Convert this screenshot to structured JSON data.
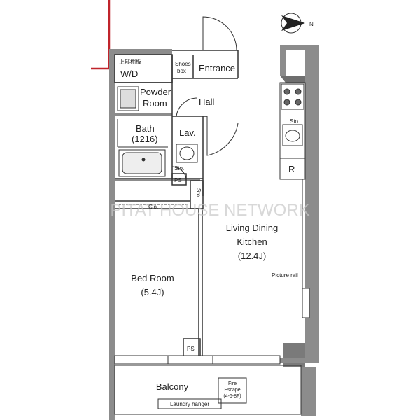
{
  "plan": {
    "compass": {
      "north": "N"
    },
    "watermark": "PITAT HOUSE NETWORK",
    "rooms": {
      "wd_upper": "上部棚板",
      "wd": "W/D",
      "shoes": [
        "Shoes",
        "box"
      ],
      "entrance": "Entrance",
      "powder": [
        "Powder",
        "Room"
      ],
      "hall": "Hall",
      "bath": [
        "Bath",
        "(1216)"
      ],
      "lav": "Lav.",
      "sto_lav": "Sto.",
      "ps_top": "PS",
      "sto_hall": "Sto.",
      "clo": "Clo.",
      "ldk": [
        "Living Dining",
        "Kitchen",
        "(12.4J)"
      ],
      "picture_rail": "Picture rail",
      "sto_kitchen": "Sto.",
      "fridge": "R",
      "bed": [
        "Bed Room",
        "(5.4J)"
      ],
      "ps_bottom": "PS",
      "balcony": "Balcony",
      "fire_escape": [
        "Fire",
        "Escape",
        "(4-6-8F)"
      ],
      "laundry": "Laundry hanger"
    }
  },
  "colors": {
    "wall": "#8c8c8c",
    "wall_dark": "#6e6e6e",
    "line": "#333333",
    "accent": "#c0242b"
  }
}
